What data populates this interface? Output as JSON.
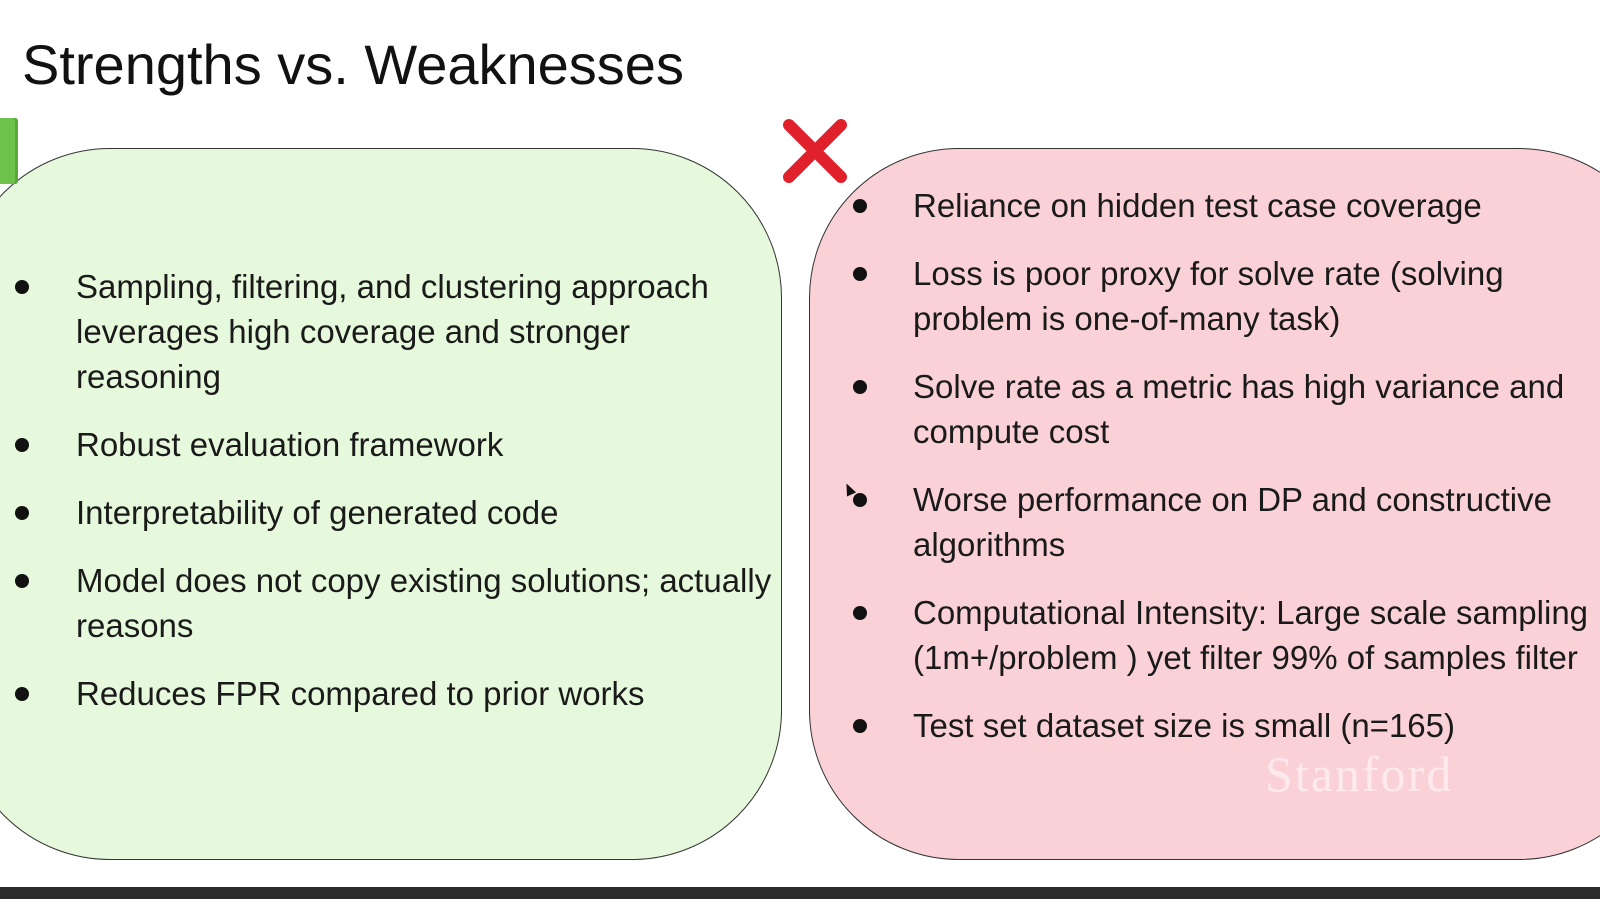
{
  "slide": {
    "title": "Strengths vs. Weaknesses",
    "watermark": "Stanford"
  },
  "strengths": {
    "icon": "check-mark-icon",
    "color": "#e6f9dc",
    "items": [
      {
        "text": "Sampling, filtering, and clustering approach leverages high coverage and stronger reasoning"
      },
      {
        "text": "Robust evaluation framework"
      },
      {
        "text": "Interpretability of generated code"
      },
      {
        "text": "Model does not copy existing solutions; actually reasons"
      },
      {
        "text": "Reduces FPR compared to prior works"
      }
    ]
  },
  "weaknesses": {
    "icon": "cross-mark-icon",
    "color": "#fbd1d8",
    "cross_color": "#e0202a",
    "items": [
      {
        "text": "Reliance on hidden test case coverage"
      },
      {
        "text": "Loss is poor proxy for solve rate (solving problem is one-of-many task)"
      },
      {
        "text": "Solve rate as a metric has high variance and compute cost"
      },
      {
        "text": "Worse performance on DP and constructive algorithms"
      },
      {
        "text": "Computational Intensity: Large scale sampling (1m+/problem ) yet filter 99% of samples filter"
      },
      {
        "text": "Test set dataset size is small (n=165)"
      }
    ]
  }
}
